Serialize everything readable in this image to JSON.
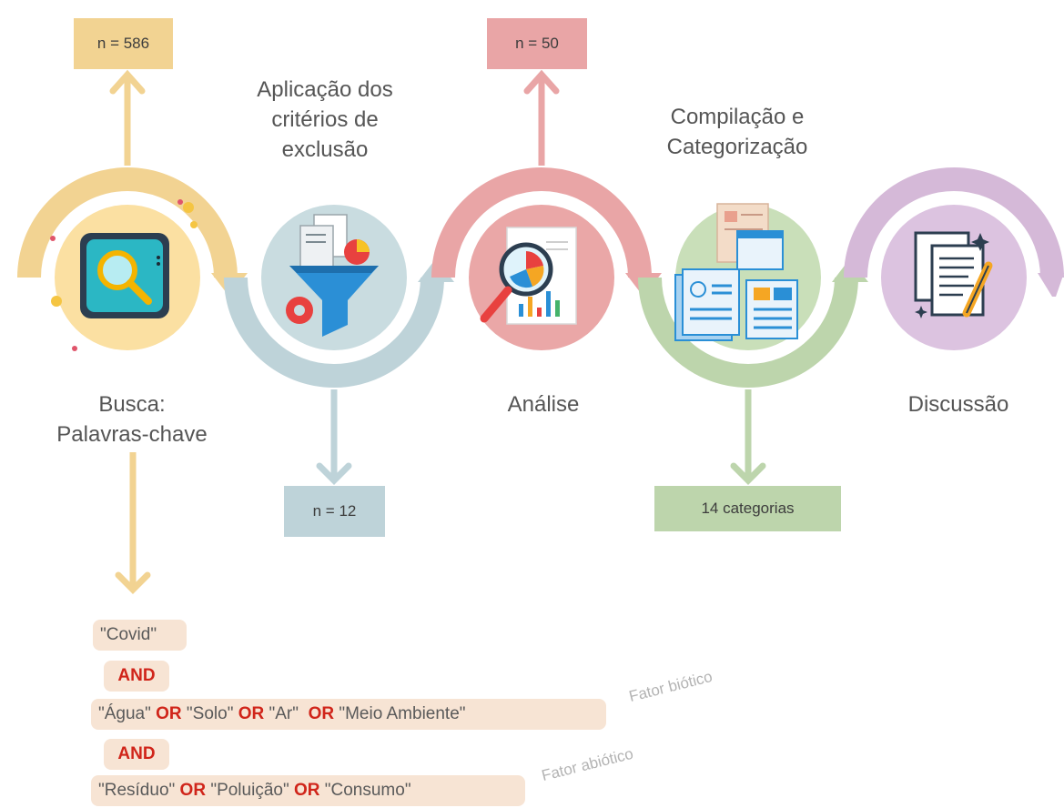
{
  "colors": {
    "stage1": "#f2d392",
    "stage2": "#bed3d9",
    "stage3": "#e9a5a6",
    "stage4": "#bdd5ac",
    "stage5": "#d5b9d8",
    "operator": "#d0251a",
    "query_bg": "#f7e4d4"
  },
  "stages": [
    {
      "label": "Busca:\nPalavras-chave",
      "icon": "search-icon"
    },
    {
      "label": "Aplicação dos\ncritérios de\nexclusão",
      "icon": "filter-funnel-icon"
    },
    {
      "label": "Análise",
      "icon": "analysis-report-icon"
    },
    {
      "label": "Compilação e\nCategorização",
      "icon": "documents-icon"
    },
    {
      "label": "Discussão",
      "icon": "discussion-notes-icon"
    }
  ],
  "counts": {
    "search": "n = 586",
    "exclusion": "n = 12",
    "analysis": "n = 50",
    "categories": "14 categorias"
  },
  "query": {
    "line1": "\"Covid\"",
    "and1": "AND",
    "line2": [
      {
        "t": "\"Água\" ",
        "op": false
      },
      {
        "t": "OR",
        "op": true
      },
      {
        "t": " \"Solo\" ",
        "op": false
      },
      {
        "t": "OR",
        "op": true
      },
      {
        "t": " \"Ar\"  ",
        "op": false
      },
      {
        "t": "OR",
        "op": true
      },
      {
        "t": " \"Meio Ambiente\"",
        "op": false
      }
    ],
    "and2": "AND",
    "line3": [
      {
        "t": "\"Resíduo\" ",
        "op": false
      },
      {
        "t": "OR",
        "op": true
      },
      {
        "t": " \"Poluição\" ",
        "op": false
      },
      {
        "t": "OR",
        "op": true
      },
      {
        "t": " \"Consumo\"",
        "op": false
      }
    ],
    "fator_biotico": "Fator biótico",
    "fator_abiotico": "Fator abiótico"
  }
}
